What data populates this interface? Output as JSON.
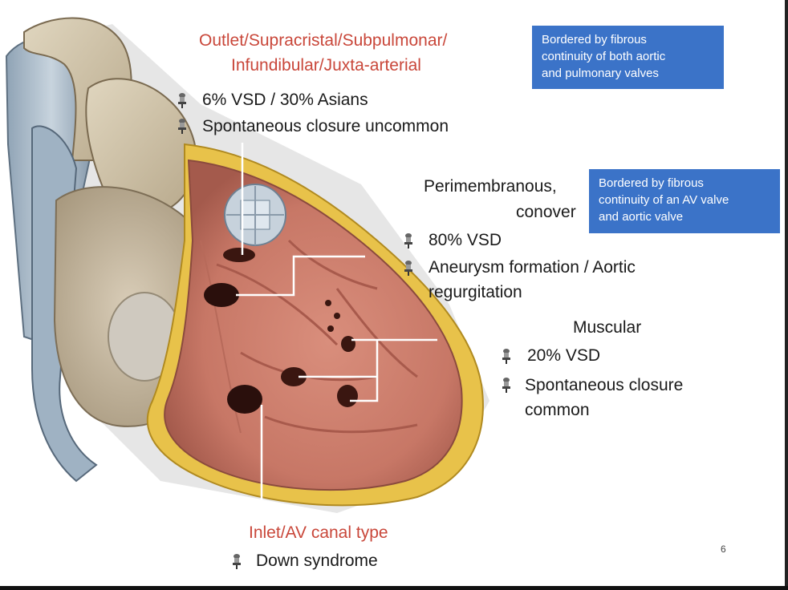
{
  "outlet": {
    "title_line1": "Outlet/Supracristal/Subpulmonar/",
    "title_line2": "Infundibular/Juxta-arterial",
    "bullets": [
      "6% VSD / 30% Asians",
      "Spontaneous closure uncommon"
    ]
  },
  "outlet_note": {
    "lines": [
      "Bordered by fibrous",
      "continuity of both aortic",
      "and pulmonary valves"
    ]
  },
  "perimembranous": {
    "title_line1": "Perimembranous,",
    "title_line2": "conover",
    "bullets": [
      "80% VSD",
      "Aneurysm formation / Aortic",
      "regurgitation"
    ]
  },
  "perimembranous_note": {
    "lines": [
      "Bordered by fibrous",
      "continuity of an AV valve",
      "and aortic valve"
    ]
  },
  "muscular": {
    "title": "Muscular",
    "bullets": [
      "20% VSD",
      "Spontaneous closure",
      "common"
    ]
  },
  "inlet": {
    "title": "Inlet/AV canal type",
    "bullets": [
      "Down syndrome"
    ]
  },
  "page_marker": "6",
  "colors": {
    "heading_red": "#c9473a",
    "note_box_blue": "#3b73c8",
    "text": "#1a1a1a"
  },
  "icons": {
    "bullet": "pushpin-bullet-icon",
    "illustration": "heart-cross-section-illustration"
  }
}
